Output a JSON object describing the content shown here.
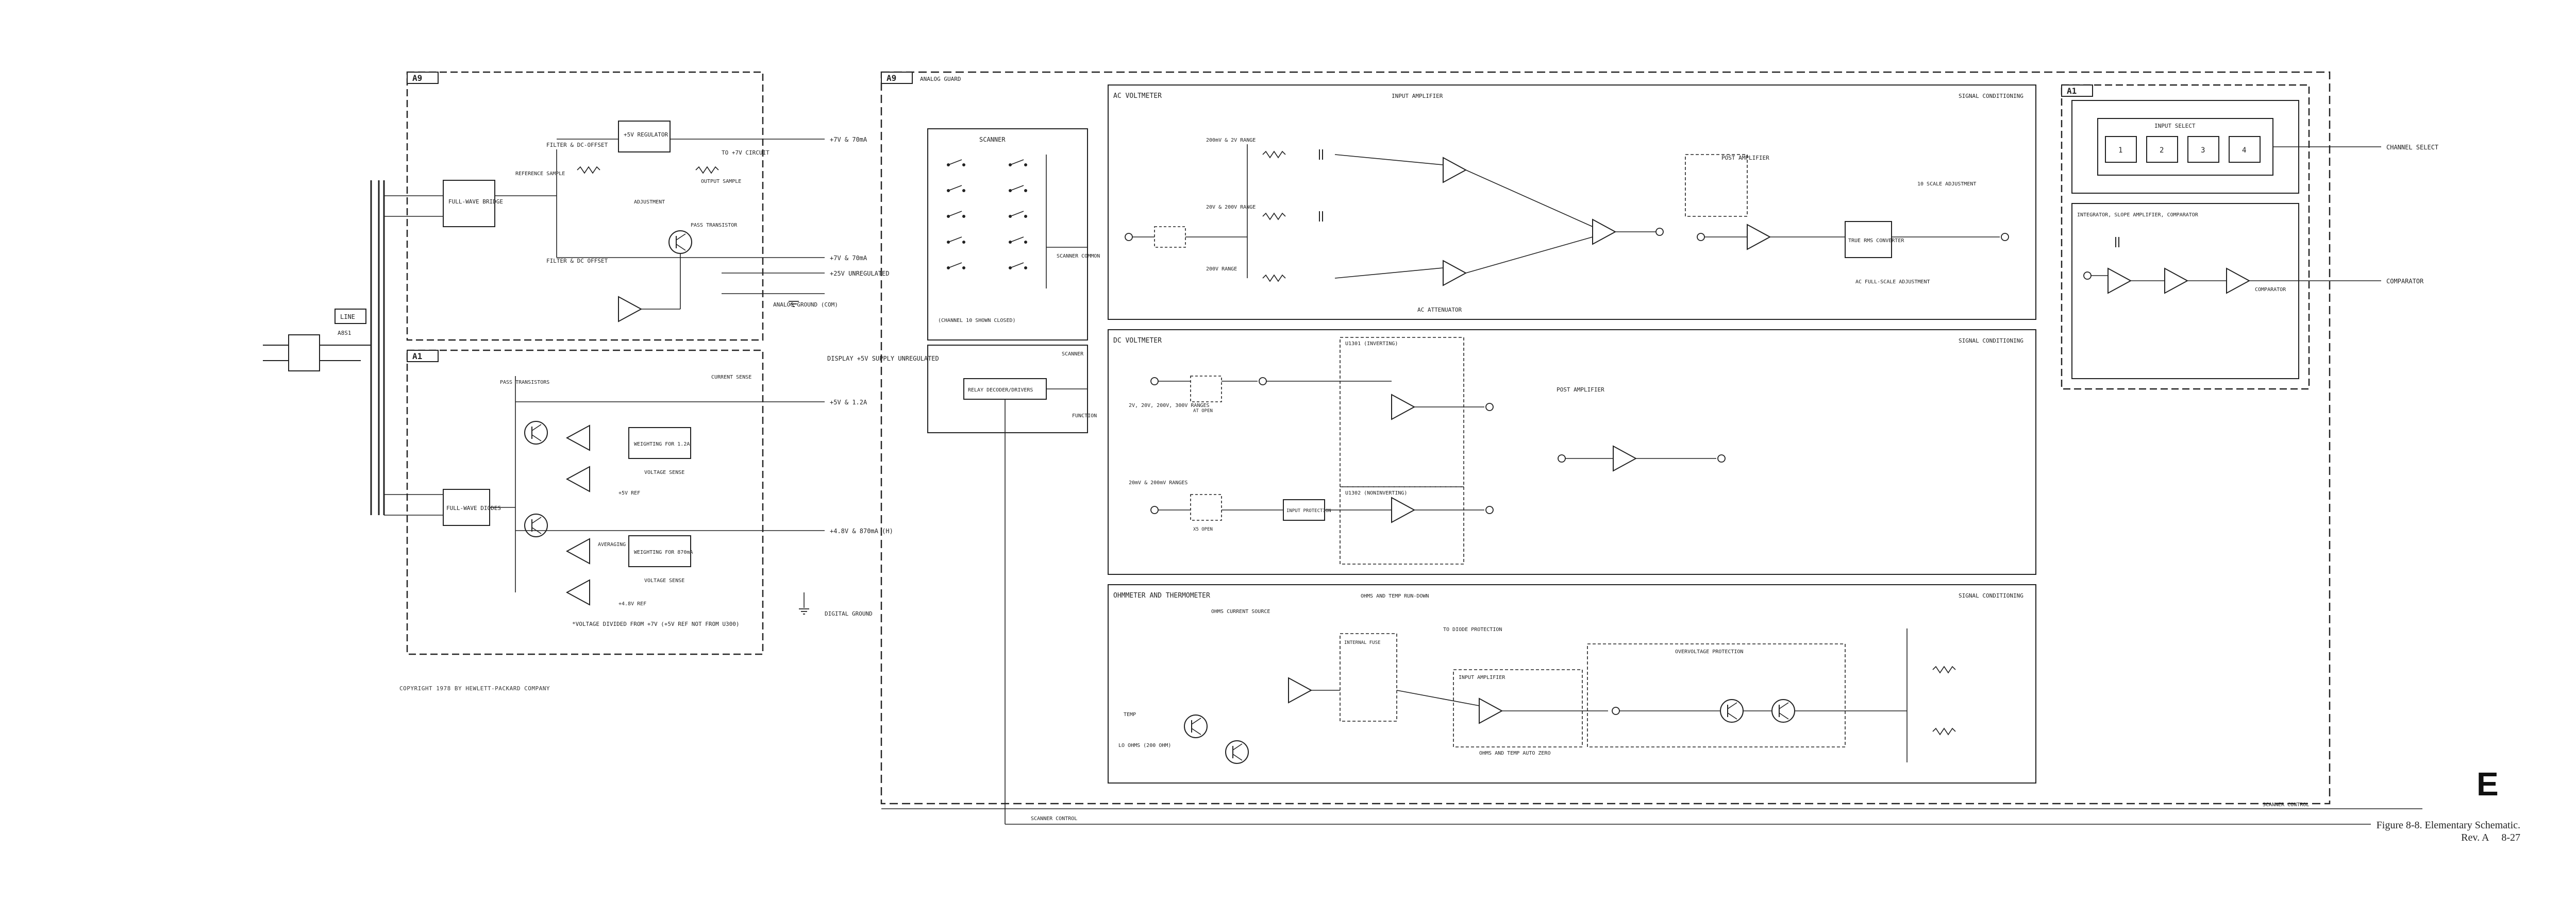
{
  "boards": {
    "a9_left": "A9",
    "a1_left": "A1",
    "a9_main": "A9",
    "a9_main_sub": "ANALOG GUARD",
    "a1_right": "A1"
  },
  "power": {
    "line": "LINE",
    "s1": "A8S1",
    "bridge_top": "FULL-WAVE BRIDGE",
    "bridge_bottom": "FULL-WAVE DIODES",
    "filter1": "FILTER & DC-OFFSET",
    "filter2": "FILTER & DC OFFSET",
    "regulator": "+5V REGULATOR",
    "ref_sample": "REFERENCE SAMPLE",
    "output_sample": "OUTPUT SAMPLE",
    "adjustment": "ADJUSTMENT",
    "pass_transistor": "PASS TRANSISTOR",
    "out_top": "+7V & 70mA",
    "out_circuit": "TO +7V CIRCUIT",
    "out_unreg": "+25V UNREGULATED",
    "analog_ground": "ANALOG GROUND (COM)",
    "out_supply": "+5V & 1.2A",
    "display_supply": "DISPLAY +5V SUPPLY UNREGULATED",
    "pass_transistors": "PASS TRANSISTORS",
    "current_sense": "CURRENT SENSE",
    "weighting1": "WEIGHTING FOR 1.2A",
    "weighting2": "WEIGHTING FOR 870mA",
    "averaging": "AVERAGING",
    "voltage_sense": "VOLTAGE SENSE",
    "ref_5v": "+5V REF",
    "ref_4_8v": "+4.8V REF",
    "out_logic": "+4.8V & 870mA (H)",
    "digital_ground": "DIGITAL GROUND",
    "note": "*VOLTAGE DIVIDED FROM +7V (+5V REF NOT FROM U300)"
  },
  "scanner": {
    "title": "SCANNER",
    "note": "(CHANNEL 10 SHOWN CLOSED)",
    "common": "SCANNER COMMON",
    "relay_decoder": "RELAY DECODER/DRIVERS",
    "function": "FUNCTION",
    "scanner_label": "SCANNER",
    "control": "SCANNER CONTROL"
  },
  "ac": {
    "title": "AC VOLTMETER",
    "right": "SIGNAL CONDITIONING",
    "input_amp": "INPUT AMPLIFIER",
    "attenuator": "AC ATTENUATOR",
    "post_amp": "POST AMPLIFIER",
    "converter": "TRUE RMS CONVERTER",
    "fullscale": "AC FULL-SCALE ADJUSTMENT",
    "scale": "10 SCALE ADJUSTMENT",
    "r1": "200mV & 2V RANGE",
    "r2": "20V & 200V RANGE",
    "r3": "200V RANGE"
  },
  "dc": {
    "title": "DC VOLTMETER",
    "right": "SIGNAL CONDITIONING",
    "inverting": "U1301 (INVERTING)",
    "noninverting": "U1302 (NONINVERTING)",
    "input_prot": "INPUT PROTECTION",
    "post_amp": "POST AMPLIFIER",
    "r1": "2V, 20V, 200V, 300V RANGES",
    "r2": "20mV & 200mV RANGES",
    "at_open": "AT OPEN",
    "x5_open": "X5 OPEN"
  },
  "ohm": {
    "title": "OHMMETER AND THERMOMETER",
    "right": "SIGNAL CONDITIONING",
    "current_source": "OHMS CURRENT SOURCE",
    "run_down": "OHMS AND TEMP RUN-DOWN",
    "internal_fuse": "INTERNAL FUSE",
    "input_amp": "INPUT AMPLIFIER",
    "ovp": "OVERVOLTAGE PROTECTION",
    "diode_prot": "TO DIODE PROTECTION",
    "auto_zero": "OHMS AND TEMP AUTO ZERO",
    "temp": "TEMP",
    "lo_ohms": "LO OHMS (200 OHM)"
  },
  "input_select": {
    "title": "INPUT SELECT",
    "channels": [
      "1",
      "2",
      "3",
      "4"
    ],
    "out": "CHANNEL SELECT"
  },
  "integrator": {
    "title": "INTEGRATOR, SLOPE AMPLIFIER, COMPARATOR",
    "comparator": "COMPARATOR",
    "out": "COMPARATOR"
  },
  "footer": {
    "letter": "E",
    "copyright": "COPYRIGHT 1978 BY HEWLETT-PACKARD COMPANY",
    "caption": "Figure 8-8. Elementary Schematic.",
    "rev": "Rev. A     8-27"
  }
}
